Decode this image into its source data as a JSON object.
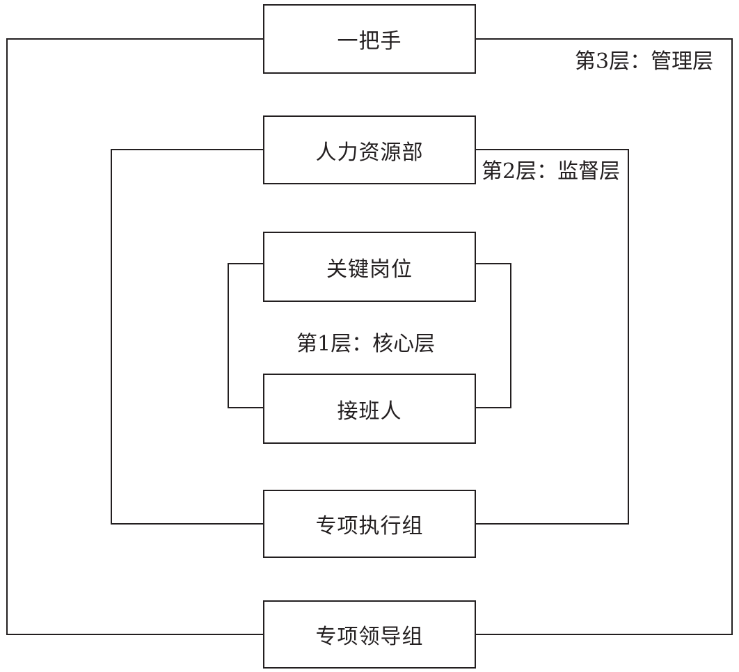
{
  "nodes": {
    "top_leader": "一把手",
    "hr_department": "人力资源部",
    "key_position": "关键岗位",
    "successor": "接班人",
    "execution_group": "专项执行组",
    "leadership_group": "专项领导组"
  },
  "layers": {
    "layer3": "第3层：管理层",
    "layer2": "第2层：监督层",
    "layer1": "第1层：核心层"
  }
}
